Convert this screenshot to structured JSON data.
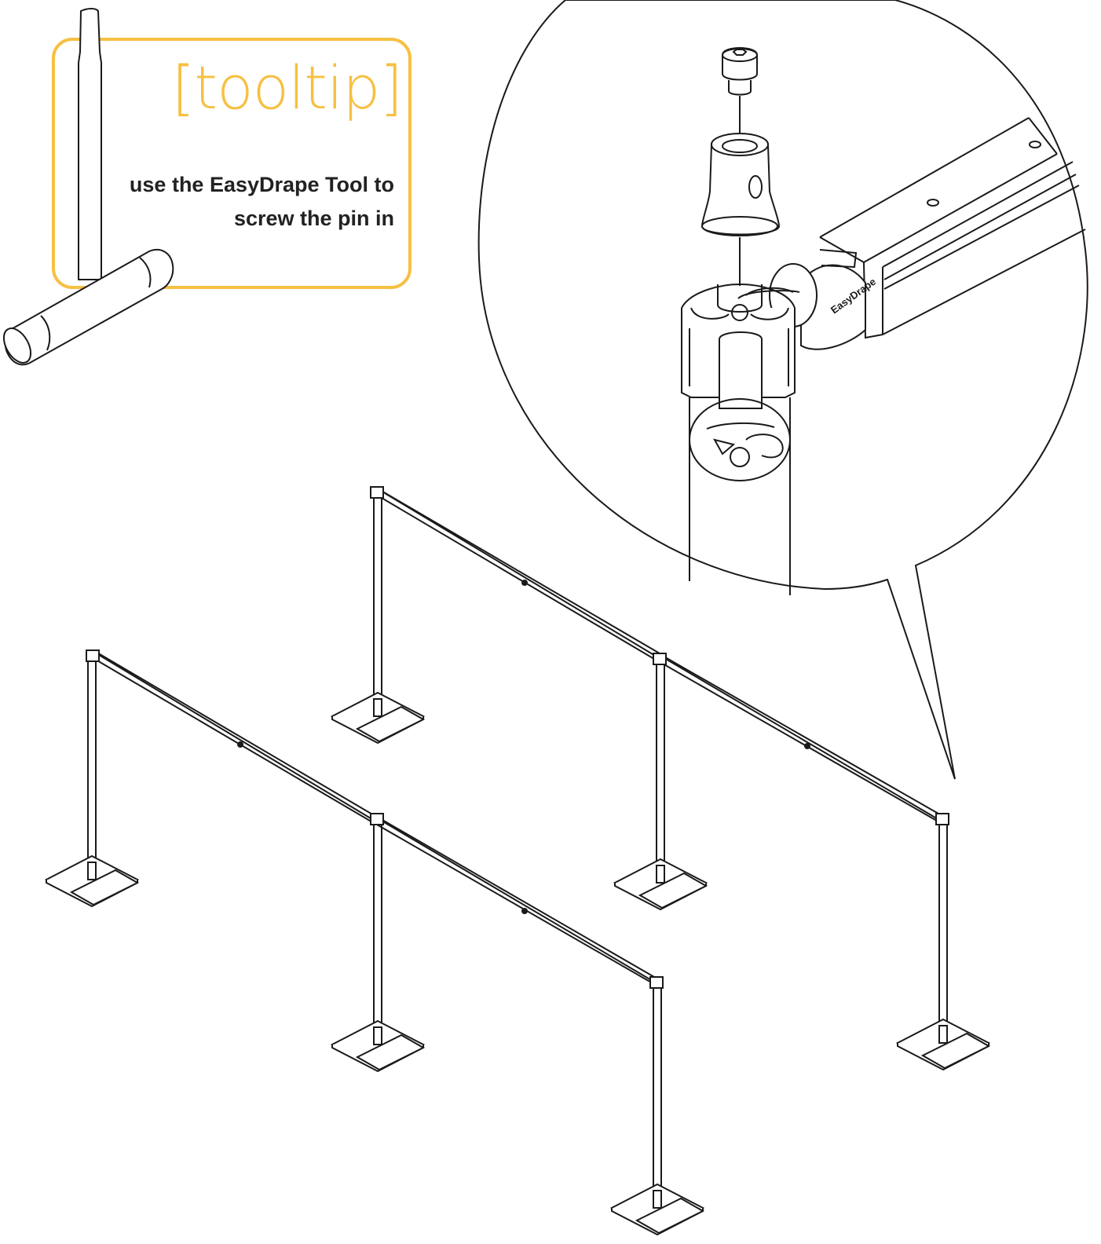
{
  "tooltip": {
    "title": "[tooltip]",
    "text_lines": [
      "use the EasyDrape Tool to",
      "screw the pin in"
    ]
  },
  "detail": {
    "arm_brand": "EasyDrape"
  },
  "colors": {
    "accent": "#f6c042",
    "line": "#1a1a1a",
    "text": "#222222"
  }
}
